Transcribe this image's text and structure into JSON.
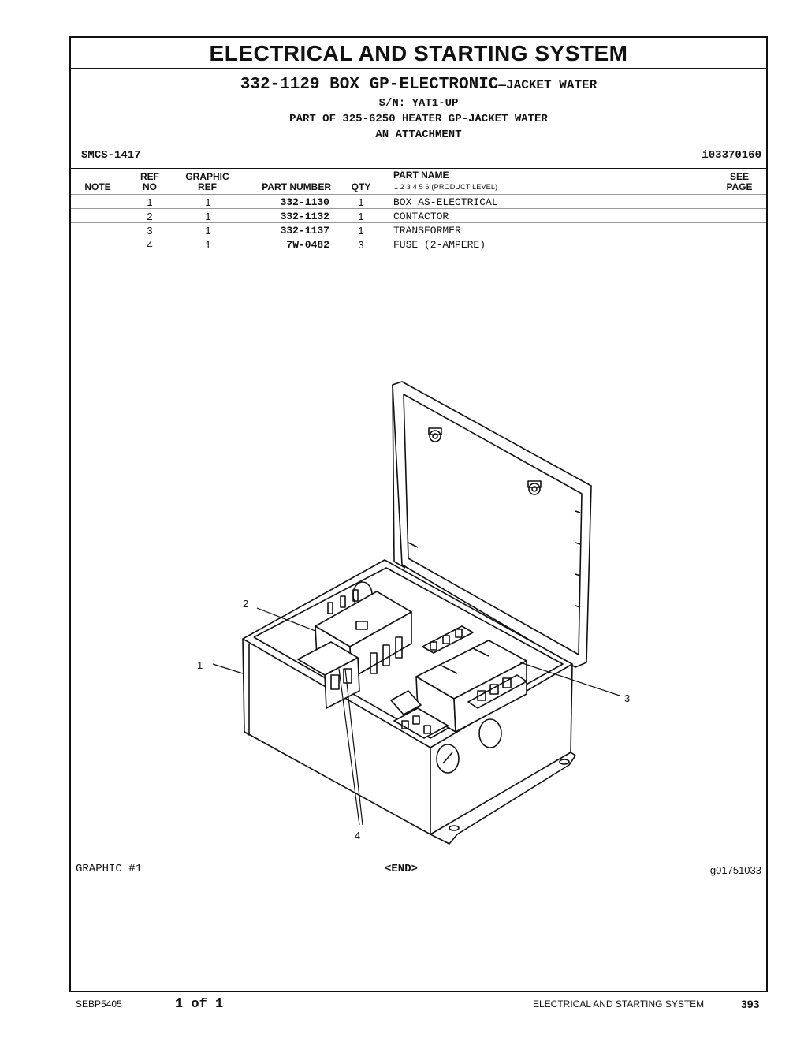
{
  "header": {
    "title": "ELECTRICAL AND STARTING SYSTEM",
    "group_number": "332-1129",
    "group_name": "BOX GP-ELECTRONIC",
    "group_suffix": "—JACKET WATER",
    "serial": "S/N: YAT1-UP",
    "part_of": "PART OF 325-6250 HEATER GP-JACKET WATER",
    "attachment": "AN ATTACHMENT",
    "smcs": "SMCS-1417",
    "illustration_id": "i03370160"
  },
  "table": {
    "columns": {
      "note": "NOTE",
      "ref_top": "REF",
      "ref_bottom": "NO",
      "graphic_top": "GRAPHIC",
      "graphic_bottom": "REF",
      "part_number": "PART NUMBER",
      "qty": "QTY",
      "part_name": "PART NAME",
      "see_top": "SEE",
      "see_bottom": "PAGE"
    },
    "product_level": "1    2    3    4    5    6   (PRODUCT LEVEL)",
    "rows": [
      {
        "ref": "1",
        "graphic_ref": "1",
        "part_number": "332-1130",
        "qty": "1",
        "name": "BOX AS-ELECTRICAL"
      },
      {
        "ref": "2",
        "graphic_ref": "1",
        "part_number": "332-1132",
        "qty": "1",
        "name": "CONTACTOR"
      },
      {
        "ref": "3",
        "graphic_ref": "1",
        "part_number": "332-1137",
        "qty": "1",
        "name": "TRANSFORMER"
      },
      {
        "ref": "4",
        "graphic_ref": "1",
        "part_number": "7W-0482",
        "qty": "3",
        "name": "FUSE (2-AMPERE)"
      }
    ]
  },
  "graphic": {
    "callouts": [
      "1",
      "2",
      "3",
      "4"
    ],
    "label": "GRAPHIC #1",
    "end_marker": "<END>",
    "graphic_id": "g01751033"
  },
  "footer": {
    "doc_number": "SEBP5405",
    "page_of": "1 of 1",
    "section": "ELECTRICAL AND STARTING SYSTEM",
    "page_number": "393"
  }
}
